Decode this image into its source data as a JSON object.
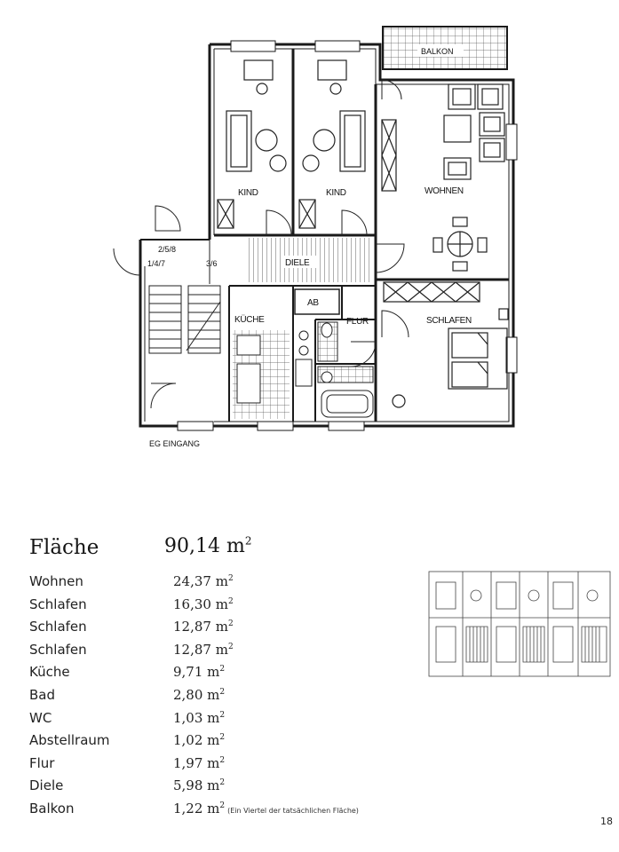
{
  "plan": {
    "rooms": {
      "balkon": "BALKON",
      "kind_left": "KIND",
      "kind_right": "KIND",
      "wohnen": "WOHNEN",
      "diele": "DIELE",
      "ab": "AB",
      "flur": "FLUR",
      "kueche": "KÜCHE",
      "schlafen": "SCHLAFEN"
    },
    "staircase": {
      "apt_numbers_1": "2/5/8",
      "apt_numbers_2": "1/4/7",
      "apt_numbers_3": "3/6"
    },
    "entrance": "EG EINGANG"
  },
  "summary": {
    "total_label": "Fläche",
    "total_value": "90,14 m",
    "total_unit_sup": "2",
    "rows": [
      {
        "name": "Wohnen",
        "value": "24,37 m",
        "sup": "2"
      },
      {
        "name": "Schlafen",
        "value": "16,30 m",
        "sup": "2"
      },
      {
        "name": "Schlafen",
        "value": "12,87 m",
        "sup": "2"
      },
      {
        "name": "Schlafen",
        "value": "12,87 m",
        "sup": "2"
      },
      {
        "name": "Küche",
        "value": "9,71 m",
        "sup": "2"
      },
      {
        "name": "Bad",
        "value": "2,80 m",
        "sup": "2"
      },
      {
        "name": "WC",
        "value": "1,03 m",
        "sup": "2"
      },
      {
        "name": "Abstellraum",
        "value": "1,02 m",
        "sup": "2"
      },
      {
        "name": "Flur",
        "value": "1,97 m",
        "sup": "2"
      },
      {
        "name": "Diele",
        "value": "5,98 m",
        "sup": "2"
      },
      {
        "name": "Balkon",
        "value": "1,22 m",
        "sup": "2",
        "note": "(Ein Viertel der tatsächlichen Fläche)"
      }
    ]
  },
  "page_number": "18"
}
